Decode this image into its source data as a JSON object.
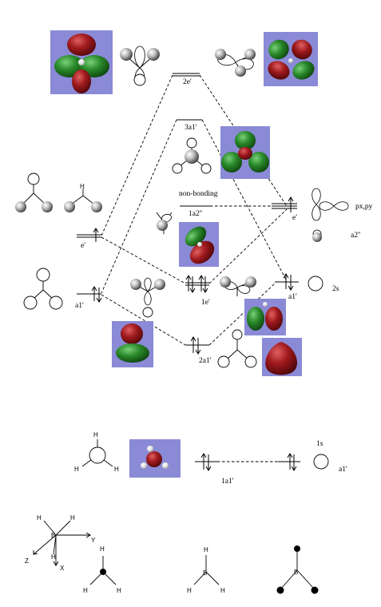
{
  "labels": {
    "mo_2e": "2e'",
    "mo_3a1": "3a1'",
    "nonbonding": "non-bonding",
    "mo_1a2": "1a2''",
    "mo_1e": "1e'",
    "mo_2a1": "2a1'",
    "mo_1a1": "1a1'",
    "left_e": "e'",
    "left_a1": "a1'",
    "right_e": "e'",
    "right_a1": "a1'",
    "right_pxpy": "px,py",
    "right_a2": "a2''",
    "right_2s": "2s",
    "h_1s": "1s",
    "h_a1": "a1'",
    "axis_y": "Y",
    "axis_z": "Z",
    "axis_x": "X",
    "atom_H": "H",
    "atom_B": "B"
  },
  "colors": {
    "lobe_red": "#8b1216",
    "lobe_green": "#1f7a1f",
    "mo_background": "#8a8ad6",
    "line": "#000000"
  },
  "icons": [
    "bh3-structure-icon",
    "coordinate-axes-icon",
    "p-orbital-icon",
    "s-orbital-icon"
  ]
}
